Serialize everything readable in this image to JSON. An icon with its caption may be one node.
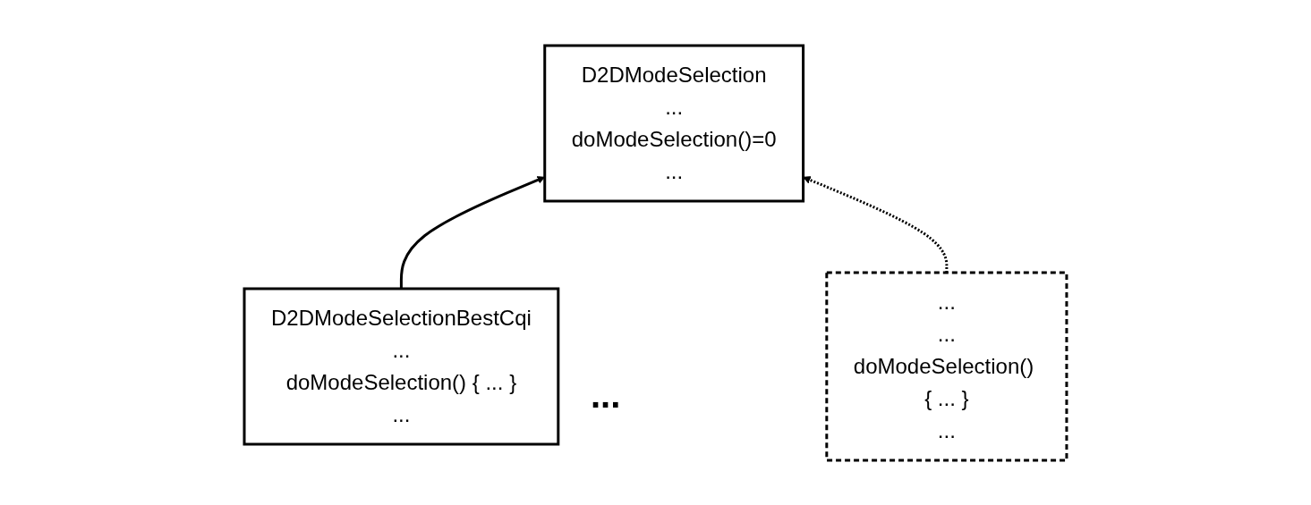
{
  "diagram": {
    "nodes": [
      {
        "text": [
          "D2DModeSelection",
          "...",
          "doModeSelection()=0",
          "..."
        ]
      },
      {
        "text": [
          "D2DModeSelectionBestCqi",
          "...",
          "doModeSelection() { ... }",
          "..."
        ]
      },
      {
        "text": [
          "...",
          "...",
          "doModeSelection() { ... }",
          "..."
        ]
      }
    ],
    "edges": [
      {
        "from": 1,
        "to": 0,
        "arrow": "to"
      },
      {
        "from": 2,
        "to": 0,
        "arrow": "to",
        "style": "dashed"
      }
    ],
    "labels": [
      "..."
    ]
  }
}
